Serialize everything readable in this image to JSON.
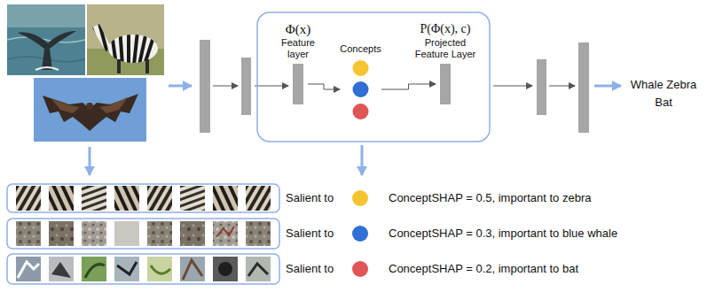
{
  "diagram": {
    "nodes": [
      {
        "text": [
          "Φ(x)",
          "Feature layer"
        ]
      },
      {
        "text": [
          "Concepts"
        ]
      },
      {
        "text": [
          "P(Φ(x), c)",
          "Projected Feature Layer"
        ]
      }
    ],
    "edges": [
      {
        "from": 0,
        "to": 1,
        "arrow": "to"
      },
      {
        "from": 1,
        "to": 2,
        "arrow": "to"
      }
    ],
    "labels": [
      "Whale Zebra Bat",
      "Salient to",
      "ConceptSHAP = 0.5, important to zebra",
      "Salient to",
      "ConceptSHAP = 0.3, important to blue whale",
      "Salient to",
      "ConceptSHAP = 0.2, important to bat"
    ]
  }
}
